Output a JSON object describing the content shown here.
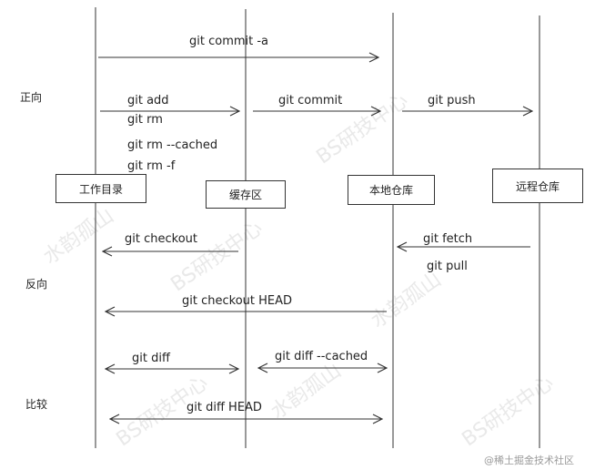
{
  "directions": {
    "forward": "正向",
    "reverse": "反向",
    "compare": "比较"
  },
  "areas": {
    "working_dir": "工作目录",
    "staging": "缓存区",
    "local_repo": "本地仓库",
    "remote_repo": "远程仓库"
  },
  "commands": {
    "commit_a": "git commit -a",
    "add": "git add",
    "rm": "git rm",
    "rm_cached": "git rm --cached",
    "rm_f": "git rm -f",
    "commit": "git commit",
    "push": "git push",
    "checkout": "git checkout",
    "fetch": "git fetch",
    "pull": "git pull",
    "checkout_head": "git checkout HEAD",
    "diff": "git diff",
    "diff_cached": "git diff --cached",
    "diff_head": "git diff HEAD"
  },
  "watermarks": [
    "BS研技中心",
    "水韵孤山",
    "BS研技中心",
    "水韵孤山",
    "BS研技中心",
    "水韵孤山",
    "BS研技中心"
  ],
  "credit": "@稀土掘金技术社区",
  "colors": {
    "line": "#333333",
    "watermark": "#e9e9e9"
  }
}
